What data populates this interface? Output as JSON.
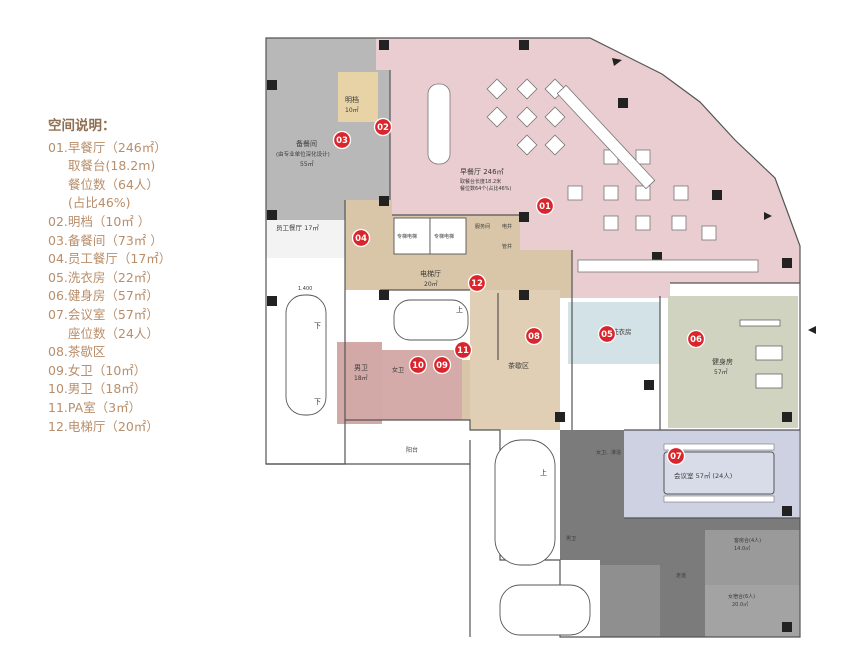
{
  "legend": {
    "title": "空间说明：",
    "items": [
      "01.早餐厅（246㎡）",
      "取餐台(18.2m)",
      "餐位数（64人）",
      "(占比46%)",
      "02.明档（10㎡ ）",
      "03.备餐间（73㎡ ）",
      "04.员工餐厅（17㎡）",
      "05.洗衣房（22㎡）",
      "06.健身房（57㎡）",
      "07.会议室（57㎡）",
      "座位数（24人）",
      "08.茶歇区",
      "09.女卫（10㎡）",
      "10.男卫（18㎡）",
      "11.PA室（3㎡）",
      "12.电梯厅（20㎡）"
    ]
  },
  "rooms": {
    "breakfast_title": "早餐厅 246㎡",
    "breakfast_line1": "取餐台长度18.2米",
    "breakfast_line2": "餐位数64个(占比46%)",
    "mingdang_name": "明档",
    "mingdang_area": "10㎡",
    "prep_name": "备餐间",
    "prep_note": "(由专业单位深化设计)",
    "prep_area": "55㎡",
    "staff_dining": "员工餐厅 17㎡",
    "lift_hall_name": "电梯厅",
    "lift_hall_area": "20㎡",
    "lift_a": "专梯电梯",
    "lift_b": "专梯电梯",
    "service": "服务间",
    "well_a": "电井",
    "well_b": "管井",
    "laundry_name": "洗衣房",
    "gym_name": "健身房",
    "gym_area": "57㎡",
    "meeting": "会议室 57㎡ (24人)",
    "tea_break": "茶歇区",
    "male_wc_name": "男卫",
    "male_wc_area": "18㎡",
    "female_wc": "女卫",
    "balcony": "阳台",
    "stair_down_a": "下",
    "stair_down_b": "下",
    "stair_up_a": "上",
    "stair_up_b": "上",
    "dim_label": "1.400",
    "room_a_line1": "客房合(4人)",
    "room_a_line2": "14.0㎡",
    "room_b_line1": "女宿合(6人)",
    "room_b_line2": "20.0㎡",
    "wc_small_a": "男卫",
    "wc_small_b": "女卫、淋浴",
    "corridor": "走道"
  },
  "markers": [
    "01",
    "02",
    "03",
    "04",
    "05",
    "06",
    "07",
    "08",
    "09",
    "10",
    "11",
    "12"
  ],
  "colors": {
    "legend_text": "#b98e6a",
    "legend_title": "#8f6f52",
    "breakfast": "#e9cdd0",
    "prep": "#b6b6b6",
    "corridor": "#d9c6a8",
    "wc": "#d2a9a6",
    "gym": "#cfd3bf",
    "meeting": "#cdd1e2",
    "laundry": "#d3e2e7",
    "dorm": "#7b7b7b",
    "marker": "#d9252b"
  }
}
